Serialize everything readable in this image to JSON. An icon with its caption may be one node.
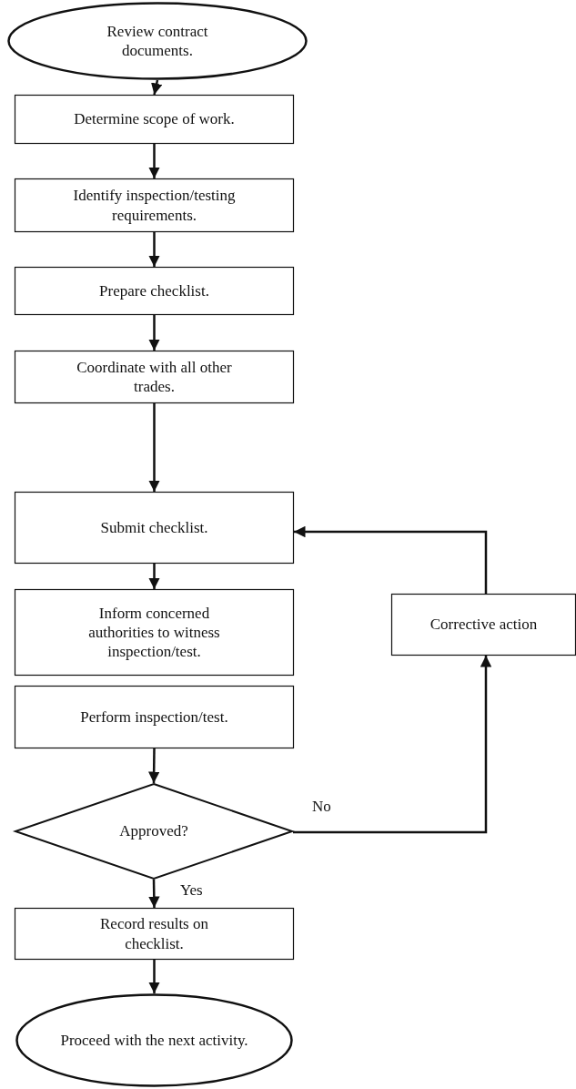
{
  "diagram": {
    "nodes": [
      {
        "text": [
          "Review contract documents."
        ]
      },
      {
        "text": [
          "Determine scope of work."
        ]
      },
      {
        "text": [
          "Identify inspection/testing requirements."
        ]
      },
      {
        "text": [
          "Prepare checklist."
        ]
      },
      {
        "text": [
          "Coordinate with all other trades."
        ]
      },
      {
        "text": [
          "Submit checklist."
        ]
      },
      {
        "text": [
          "Inform concerned authorities to witness inspection/test."
        ]
      },
      {
        "text": [
          "Perform inspection/test."
        ]
      },
      {
        "text": [
          "Approved?"
        ]
      },
      {
        "text": [
          "Record results on checklist."
        ]
      },
      {
        "text": [
          "Proceed with the next activity."
        ]
      },
      {
        "text": [
          "Corrective action"
        ]
      }
    ],
    "edges": [
      {
        "from": 0,
        "to": 1,
        "arrow": "to"
      },
      {
        "from": 1,
        "to": 2,
        "arrow": "to"
      },
      {
        "from": 2,
        "to": 3,
        "arrow": "to"
      },
      {
        "from": 3,
        "to": 4,
        "arrow": "to"
      },
      {
        "from": 4,
        "to": 5,
        "arrow": "to"
      },
      {
        "from": 5,
        "to": 6,
        "arrow": "to"
      },
      {
        "from": 7,
        "to": 8,
        "arrow": "to"
      },
      {
        "from": 8,
        "to": 9,
        "arrow": "to",
        "label": "Yes"
      },
      {
        "from": 9,
        "to": 10,
        "arrow": "to"
      },
      {
        "from": 8,
        "to": 11,
        "arrow": "to",
        "label": "No"
      },
      {
        "from": 11,
        "to": 5,
        "arrow": "to"
      }
    ]
  }
}
